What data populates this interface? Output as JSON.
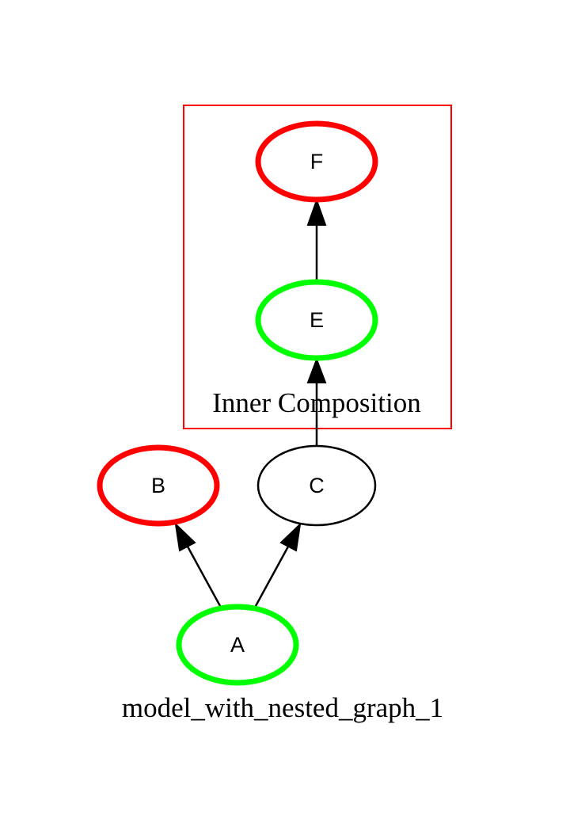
{
  "graph": {
    "title": "model_with_nested_graph_1",
    "cluster": {
      "label": "Inner Composition",
      "border_color": "#ff0000"
    },
    "nodes": {
      "A": {
        "label": "A",
        "outline_color": "#00ff00",
        "style": "bold"
      },
      "B": {
        "label": "B",
        "outline_color": "#ff0000",
        "style": "bold"
      },
      "C": {
        "label": "C",
        "outline_color": "#000000",
        "style": "normal"
      },
      "E": {
        "label": "E",
        "outline_color": "#00ff00",
        "style": "bold"
      },
      "F": {
        "label": "F",
        "outline_color": "#ff0000",
        "style": "bold"
      }
    },
    "edges": [
      {
        "from": "A",
        "to": "B"
      },
      {
        "from": "A",
        "to": "C"
      },
      {
        "from": "C",
        "to": "E"
      },
      {
        "from": "E",
        "to": "F"
      }
    ]
  }
}
